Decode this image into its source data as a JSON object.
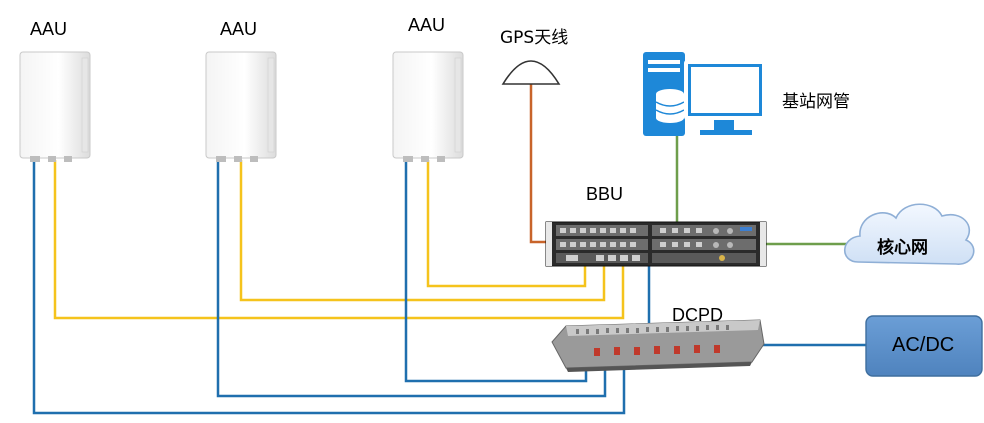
{
  "colors": {
    "yellow_link": "#F5C31C",
    "blue_link": "#1F6FAE",
    "green_link": "#6E9E4C",
    "orange_link": "#C8642A",
    "acdc_fill": "#5B8FCB",
    "acdc_border": "#3E6E9E",
    "cloud_fill": "#E4EEFA",
    "cloud_border": "#8FAFD6",
    "pc_blue": "#1E88D8"
  },
  "labels": {
    "aau1": "AAU",
    "aau2": "AAU",
    "aau3": "AAU",
    "gps": "GPS天线",
    "nms": "基站网管",
    "bbu": "BBU",
    "core": "核心网",
    "dcpd": "DCPD",
    "power": "AC/DC"
  },
  "icons": {
    "aau": "aau-radio-unit-icon",
    "gps": "gps-antenna-dome-icon",
    "nms": "server-and-monitor-icon",
    "bbu": "bbu-rack-chassis-icon",
    "core": "cloud-icon",
    "dcpd": "power-distribution-unit-icon",
    "power": "power-supply-box-icon"
  }
}
